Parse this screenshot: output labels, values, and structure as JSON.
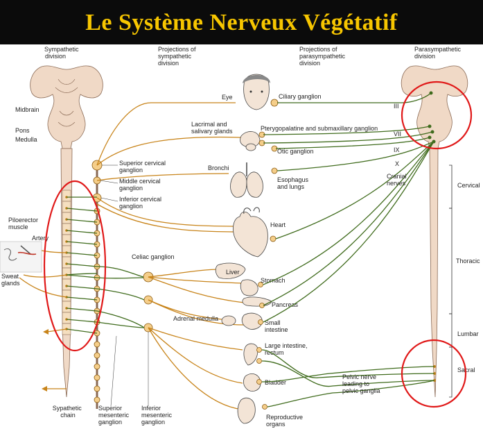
{
  "title": "Le Système Nerveux Végétatif",
  "headers": {
    "sympathetic_division": [
      "Sympathetic",
      "division"
    ],
    "projections_sympathetic": [
      "Projections of",
      "sympathetic",
      "division"
    ],
    "projections_parasympathetic": [
      "Projections of",
      "parasympathetic",
      "division"
    ],
    "parasympathetic_division": [
      "Parasympathetic",
      "division"
    ]
  },
  "brain_labels": {
    "midbrain": "Midbrain",
    "pons": "Pons",
    "medulla": "Medulla"
  },
  "skin_labels": {
    "piloerector": [
      "Piloerector",
      "muscle"
    ],
    "artery": "Artery",
    "sweat": [
      "Sweat",
      "glands"
    ]
  },
  "ganglia_labels": {
    "superior_cervical": [
      "Superior cervical",
      "ganglion"
    ],
    "middle_cervical": [
      "Middle cervical",
      "ganglion"
    ],
    "inferior_cervical": [
      "Inferior cervical",
      "ganglion"
    ],
    "celiac": "Celiac ganglion",
    "sympathetic_chain": [
      "Sypathetic",
      "chain"
    ],
    "superior_mesenteric": [
      "Superior",
      "mesenteric",
      "ganglion"
    ],
    "inferior_mesenteric": [
      "Inferior",
      "mesenteric",
      "ganglion"
    ]
  },
  "organ_labels": {
    "eye": "Eye",
    "ciliary": "Ciliary ganglion",
    "lacrimal": [
      "Lacrimal and",
      "salivary glands"
    ],
    "pterygo": "Pterygopalatine and submaxillary ganglion",
    "otic": "Otic ganglion",
    "bronchi": "Bronchi",
    "esophagus": [
      "Esophagus",
      "and lungs"
    ],
    "heart": "Heart",
    "liver": "Liver",
    "stomach": "Stomach",
    "pancreas": "Pancreas",
    "adrenal": "Adrenal medulla",
    "small_intestine": [
      "Small",
      "intestine"
    ],
    "large_intestine": [
      "Large intestine,",
      "rectum"
    ],
    "bladder": "Bladder",
    "reproductive": [
      "Reproductive",
      "organs"
    ]
  },
  "para_labels": {
    "cranial_iii": "III",
    "cranial_vii": "VII",
    "cranial_ix": "IX",
    "cranial_x": "X",
    "cranial_nerves": [
      "Cranial",
      "nerves"
    ],
    "pelvic_nerve": [
      "Pelvic nerve",
      "leading to",
      "pelvic ganglia"
    ]
  },
  "region_labels": {
    "cervical": "Cervical",
    "thoracic": "Thoracic",
    "lumbar": "Lumbar",
    "sacral": "Sacral"
  },
  "colors": {
    "title_bar": "#0b0b0b",
    "title_text": "#f7c600",
    "sympathetic": "#c8841a",
    "parasympathetic": "#3f6b1c",
    "highlight": "#e01818"
  },
  "highlight_circles": [
    "sympathetic-chain",
    "cranial-parasympathetic",
    "sacral-parasympathetic"
  ]
}
